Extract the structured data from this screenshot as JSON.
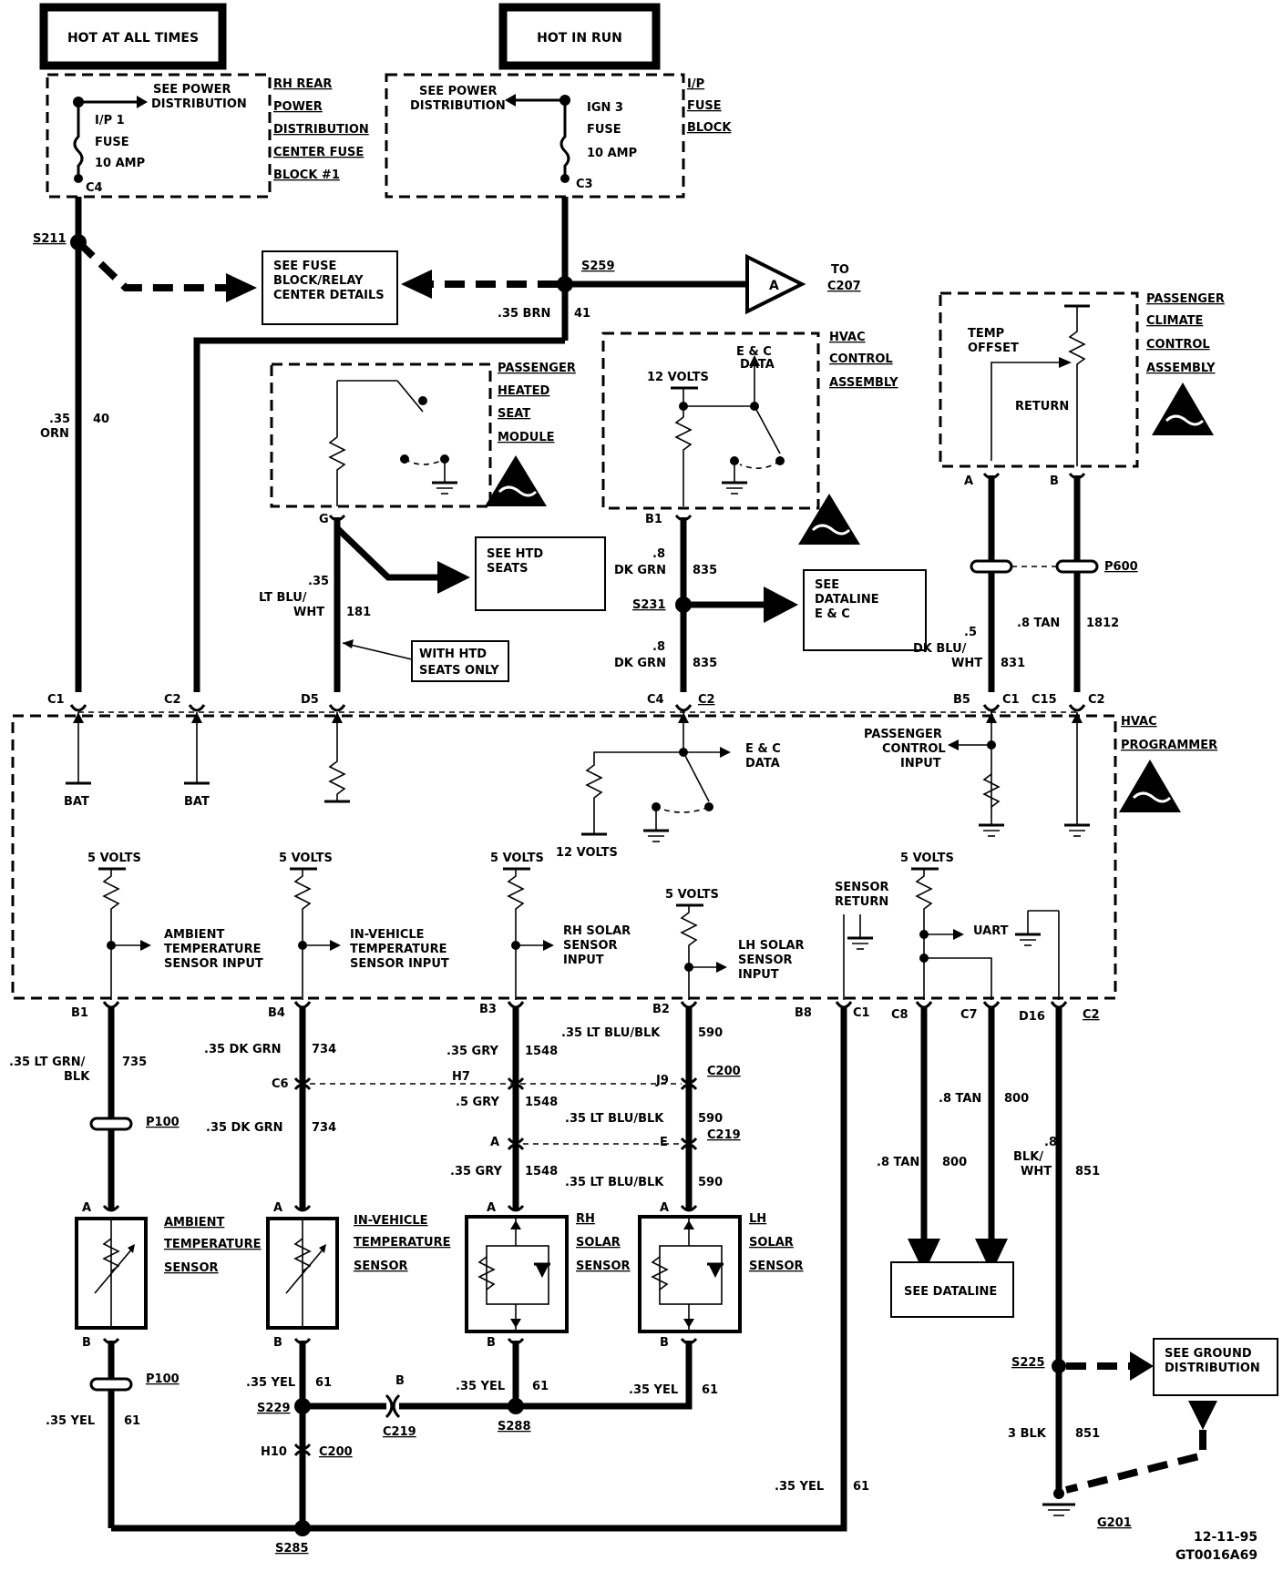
{
  "power": {
    "hot_at_all_times": "HOT AT ALL TIMES",
    "hot_in_run": "HOT IN RUN"
  },
  "left_fuse": {
    "see_power": "SEE POWER",
    "distribution": "DISTRIBUTION",
    "fuse_line1": "I/P 1",
    "fuse_line2": "FUSE",
    "fuse_line3": "10 AMP",
    "conn": "C4",
    "block": [
      "RH REAR",
      "POWER",
      "DISTRIBUTION",
      "CENTER FUSE",
      "BLOCK #1"
    ]
  },
  "right_fuse": {
    "see_power": "SEE POWER",
    "distribution": "DISTRIBUTION",
    "fuse_line1": "IGN 3",
    "fuse_line2": "FUSE",
    "fuse_line3": "10 AMP",
    "conn": "C3",
    "block": [
      "I/P",
      "FUSE",
      "BLOCK"
    ]
  },
  "splices": {
    "s211": "S211",
    "s259": "S259",
    "s231": "S231",
    "s229": "S229",
    "s288": "S288",
    "s285": "S285",
    "s225": "S225",
    "g201": "G201"
  },
  "fuse_block_relay": [
    "SEE FUSE",
    "BLOCK/RELAY",
    "CENTER DETAILS"
  ],
  "to_c207": {
    "letter": "A",
    "line1": "TO",
    "line2": "C207"
  },
  "wires": {
    "w40": {
      "gauge": ".35",
      "color": "ORN",
      "circuit": "40"
    },
    "w41": {
      "gauge": ".35 BRN",
      "circuit": "41"
    },
    "w181": {
      "gauge": ".35",
      "color1": "LT BLU/",
      "color2": "WHT",
      "circuit": "181"
    },
    "w835a": {
      "gauge": ".8",
      "color": "DK GRN",
      "circuit": "835"
    },
    "w835b": {
      "gauge": ".8",
      "color": "DK GRN",
      "circuit": "835"
    },
    "w831": {
      "gauge": ".5",
      "color1": "DK BLU/",
      "color2": "WHT",
      "circuit": "831"
    },
    "w1812": {
      "label": ".8 TAN",
      "circuit": "1812"
    },
    "w735": {
      "label1": ".35 LT GRN/",
      "label2": "BLK",
      "circuit": "735"
    },
    "w734a": {
      "label": ".35 DK GRN",
      "circuit": "734"
    },
    "w734b": {
      "label": ".35 DK GRN",
      "circuit": "734"
    },
    "w1548a": {
      "label": ".35 GRY",
      "circuit": "1548"
    },
    "w1548b": {
      "label": ".5 GRY",
      "circuit": "1548"
    },
    "w1548c": {
      "label": ".35 GRY",
      "circuit": "1548"
    },
    "w590a": {
      "label": ".35 LT BLU/BLK",
      "circuit": "590"
    },
    "w590b": {
      "label": ".35 LT BLU/BLK",
      "circuit": "590"
    },
    "w590c": {
      "label": ".35 LT BLU/BLK",
      "circuit": "590"
    },
    "w800a": {
      "label": ".8 TAN",
      "circuit": "800"
    },
    "w800b": {
      "label": ".8 TAN",
      "circuit": "800"
    },
    "w851a": {
      "gauge": ".8",
      "color1": "BLK/",
      "color2": "WHT",
      "circuit": "851"
    },
    "w851b": {
      "label": "3 BLK",
      "circuit": "851"
    },
    "w61": {
      "label": ".35 YEL",
      "circuit": "61"
    }
  },
  "heated_seat": {
    "title": [
      "PASSENGER",
      "HEATED",
      "SEAT",
      "MODULE"
    ],
    "conn": "G",
    "see_htd": [
      "SEE HTD",
      "SEATS"
    ],
    "with_htd": [
      "WITH HTD",
      "SEATS ONLY"
    ]
  },
  "hvac_control": {
    "title": [
      "HVAC",
      "CONTROL",
      "ASSEMBLY"
    ],
    "volts": "12 VOLTS",
    "data": [
      "E & C",
      "DATA"
    ],
    "conn": "B1",
    "see_dataline": [
      "SEE",
      "DATALINE",
      "E & C"
    ]
  },
  "passenger_climate": {
    "title": [
      "PASSENGER",
      "CLIMATE",
      "CONTROL",
      "ASSEMBLY"
    ],
    "temp_offset": [
      "TEMP",
      "OFFSET"
    ],
    "return": "RETURN",
    "conn_a": "A",
    "conn_b": "B",
    "p600": "P600"
  },
  "programmer": {
    "title": [
      "HVAC",
      "PROGRAMMER"
    ],
    "top_pins": {
      "c1": "C1",
      "c2": "C2",
      "d5": "D5",
      "c4": "C4",
      "c2b": "C2",
      "b5": "B5",
      "c1b": "C1",
      "c15": "C15",
      "c2c": "C2"
    },
    "bat": "BAT",
    "ec_data": [
      "E & C",
      "DATA"
    ],
    "volts12": "12 VOLTS",
    "passenger_input": [
      "PASSENGER",
      "CONTROL",
      "INPUT"
    ],
    "volts5": "5 VOLTS",
    "ambient_input": [
      "AMBIENT",
      "TEMPERATURE",
      "SENSOR INPUT"
    ],
    "invehicle_input": [
      "IN-VEHICLE",
      "TEMPERATURE",
      "SENSOR INPUT"
    ],
    "rh_solar_input": [
      "RH SOLAR",
      "SENSOR",
      "INPUT"
    ],
    "lh_solar_input": [
      "LH SOLAR",
      "SENSOR",
      "INPUT"
    ],
    "sensor_return": [
      "SENSOR",
      "RETURN"
    ],
    "uart": "UART",
    "bottom_pins": {
      "b1": "B1",
      "b4": "B4",
      "b3": "B3",
      "b2": "B2",
      "b8": "B8",
      "c1": "C1",
      "c8": "C8",
      "c7": "C7",
      "d16": "D16",
      "c2": "C2"
    }
  },
  "connectors": {
    "p100a": "P100",
    "p100b": "P100",
    "c6": "C6",
    "h7": "H7",
    "j9": "J9",
    "c200": "C200",
    "conn_a": "A",
    "conn_e": "E",
    "c219": "C219",
    "b": "B",
    "c219b": "C219",
    "h10": "H10",
    "c200b": "C200"
  },
  "sensors": {
    "ambient": [
      "AMBIENT",
      "TEMPERATURE",
      "SENSOR"
    ],
    "invehicle": [
      "IN-VEHICLE",
      "TEMPERATURE",
      "SENSOR"
    ],
    "rh_solar": [
      "RH",
      "SOLAR",
      "SENSOR"
    ],
    "lh_solar": [
      "LH",
      "SOLAR",
      "SENSOR"
    ],
    "pin_a": "A",
    "pin_b": "B"
  },
  "see_dataline_box": "SEE DATALINE",
  "see_ground": [
    "SEE GROUND",
    "DISTRIBUTION"
  ],
  "footer": {
    "date": "12-11-95",
    "code": "GT0016A69"
  }
}
